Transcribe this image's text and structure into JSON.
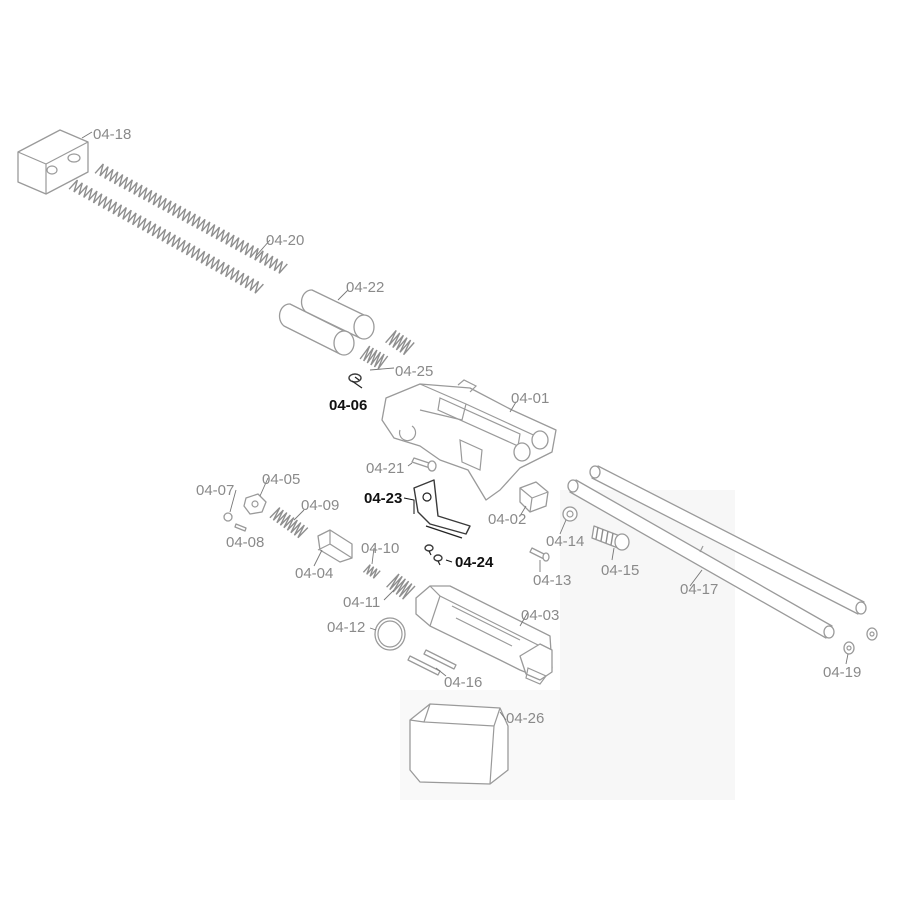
{
  "diagram": {
    "colors": {
      "part_outline": "#9a9a9a",
      "label_gray": "#8a8a8a",
      "label_highlight": "#111111",
      "background": "#ffffff"
    },
    "labels": {
      "p0418": "04-18",
      "p0420": "04-20",
      "p0422": "04-22",
      "p0425": "04-25",
      "p0406": "04-06",
      "p0401": "04-01",
      "p0421": "04-21",
      "p0423": "04-23",
      "p0407": "04-07",
      "p0405": "04-05",
      "p0409": "04-09",
      "p0408": "04-08",
      "p0402": "04-02",
      "p0414": "04-14",
      "p0424": "04-24",
      "p0410": "04-10",
      "p0404": "04-04",
      "p0413": "04-13",
      "p0415": "04-15",
      "p0417": "04-17",
      "p0411": "04-11",
      "p0403": "04-03",
      "p0412": "04-12",
      "p0416": "04-16",
      "p0419": "04-19",
      "p0426": "04-26"
    },
    "highlighted_parts": [
      "04-06",
      "04-23",
      "04-24"
    ]
  }
}
